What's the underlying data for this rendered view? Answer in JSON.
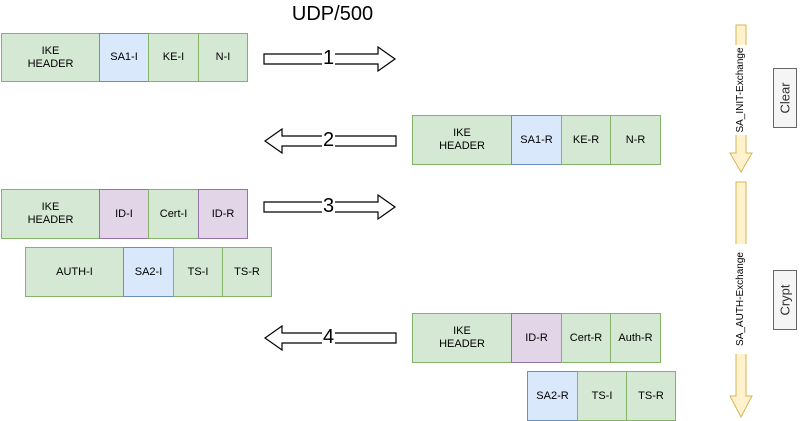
{
  "title": "UDP/500",
  "messages": [
    {
      "number": "1",
      "cells": [
        "IKE\nHEADER",
        "SA1-I",
        "KE-I",
        "N-I"
      ]
    },
    {
      "number": "2",
      "cells": [
        "IKE\nHEADER",
        "SA1-R",
        "KE-R",
        "N-R"
      ]
    },
    {
      "number": "3",
      "cells": [
        "IKE\nHEADER",
        "ID-I",
        "Cert-I",
        "ID-R"
      ],
      "cells_row2": [
        "AUTH-I",
        "SA2-I",
        "TS-I",
        "TS-R"
      ]
    },
    {
      "number": "4",
      "cells": [
        "IKE\nHEADER",
        "ID-R",
        "Cert-R",
        "Auth-R"
      ],
      "cells_row2": [
        "SA2-R",
        "TS-I",
        "TS-R"
      ]
    }
  ],
  "phases": [
    {
      "label": "SA_INIT-Exchange",
      "state": "Clear"
    },
    {
      "label": "SA_AUTH-Exchange",
      "state": "Crypt"
    }
  ],
  "colors": {
    "green": "#d5e8d4",
    "blue": "#dae8fc",
    "purple": "#e1d5e7",
    "phase_arrow": "#fff2cc"
  }
}
